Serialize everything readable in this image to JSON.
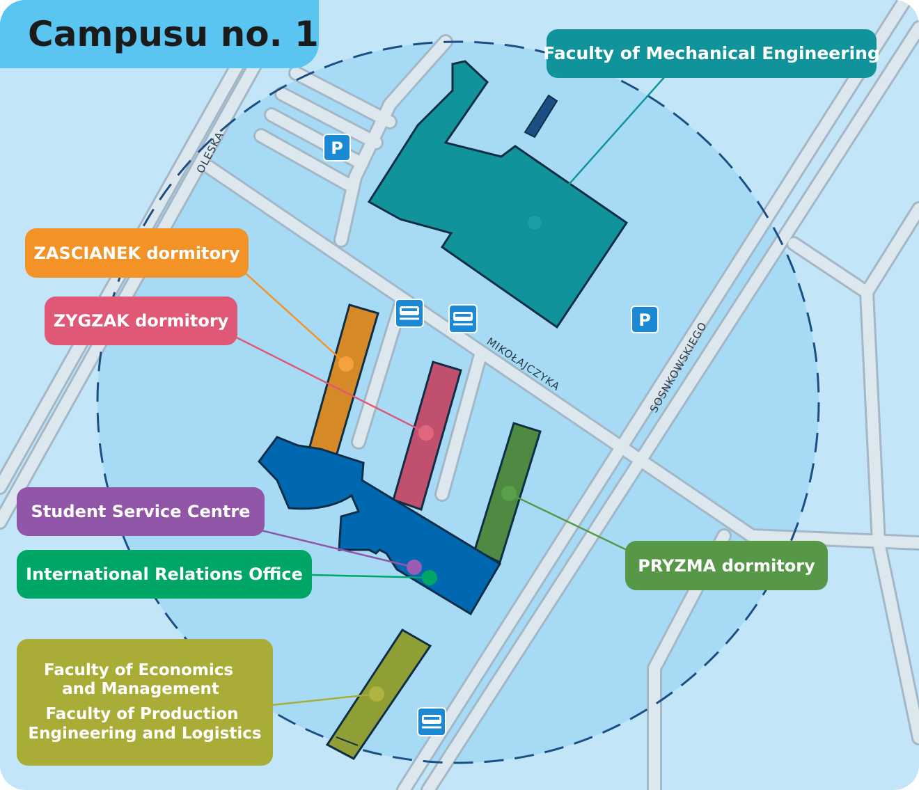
{
  "title": "Campusu no. 1",
  "streets": {
    "oleska": "OLESKA",
    "mikolajczyka": "MIKOŁAJCZYKA",
    "sosnkowskiego": "SOSNKOWSKIEGO"
  },
  "icons": {
    "parking": "P",
    "bus": "bus-stop-icon"
  },
  "labels": {
    "mechanical": "Faculty of Mechanical Engineering",
    "zascianek": "ZASCIANEK dormitory",
    "zygzak": "ZYGZAK dormitory",
    "student_service": "Student Service Centre",
    "international": "International Relations Office",
    "pryzma": "PRYZMA dormitory",
    "economics_line1": "Faculty of Economics",
    "economics_line2": "and Management",
    "production_line1": "Faculty of Production",
    "production_line2": "Engineering and Logistics"
  },
  "colors": {
    "background": "#c2e5f8",
    "campus_area": "#a7dbf5",
    "road": "#dde7ee",
    "mechanical": "#11939b",
    "zascianek": "#f39327",
    "zygzak": "#df5875",
    "student_service": "#9156a8",
    "international": "#00a665",
    "pryzma": "#569848",
    "economics": "#a9ad37",
    "central_building": "#0067b1",
    "title_box": "#5bc5f2",
    "icon": "#1b89d4"
  }
}
